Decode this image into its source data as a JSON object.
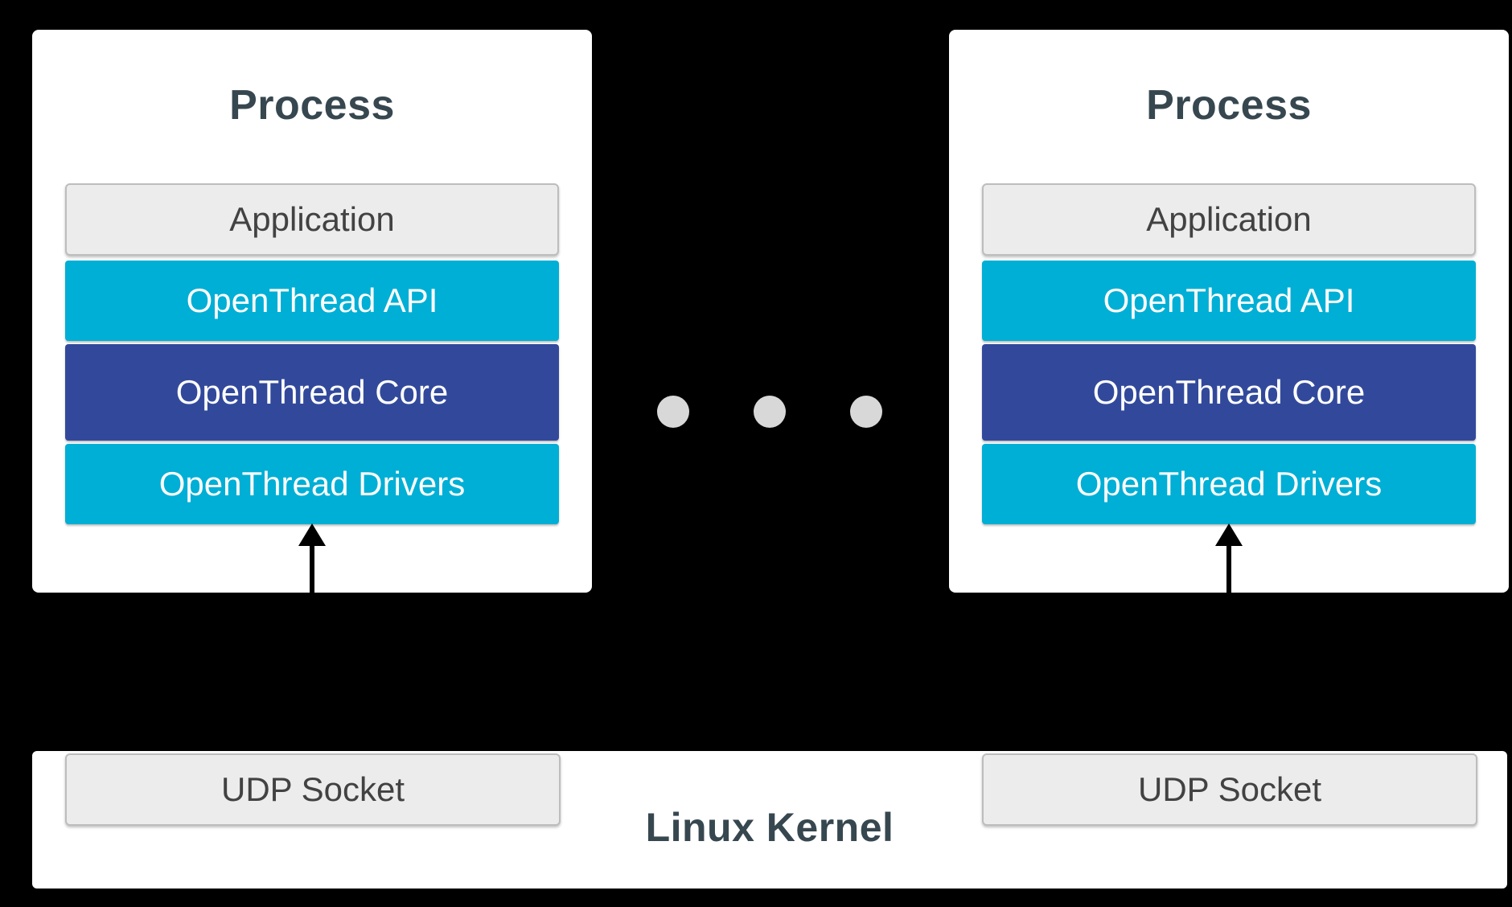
{
  "colors": {
    "background": "#000000",
    "panel": "#FFFFFF",
    "gray_box_bg": "#ECECEC",
    "gray_box_border": "#BDBDBD",
    "cyan": "#00AFD5",
    "indigo": "#32499B",
    "title_text": "#37474F",
    "gray_text": "#424242",
    "dot": "#D8D8D8",
    "arrow": "#000000"
  },
  "processes": [
    {
      "title": "Process",
      "layers": [
        {
          "label": "Application",
          "style": "gray"
        },
        {
          "label": "OpenThread API",
          "style": "cyan"
        },
        {
          "label": "OpenThread Core",
          "style": "indigo"
        },
        {
          "label": "OpenThread Drivers",
          "style": "cyan"
        }
      ]
    },
    {
      "title": "Process",
      "layers": [
        {
          "label": "Application",
          "style": "gray"
        },
        {
          "label": "OpenThread API",
          "style": "cyan"
        },
        {
          "label": "OpenThread Core",
          "style": "indigo"
        },
        {
          "label": "OpenThread Drivers",
          "style": "cyan"
        }
      ]
    }
  ],
  "kernel": {
    "label": "Linux Kernel",
    "sockets": [
      {
        "label": "UDP Socket"
      },
      {
        "label": "UDP Socket"
      }
    ]
  }
}
